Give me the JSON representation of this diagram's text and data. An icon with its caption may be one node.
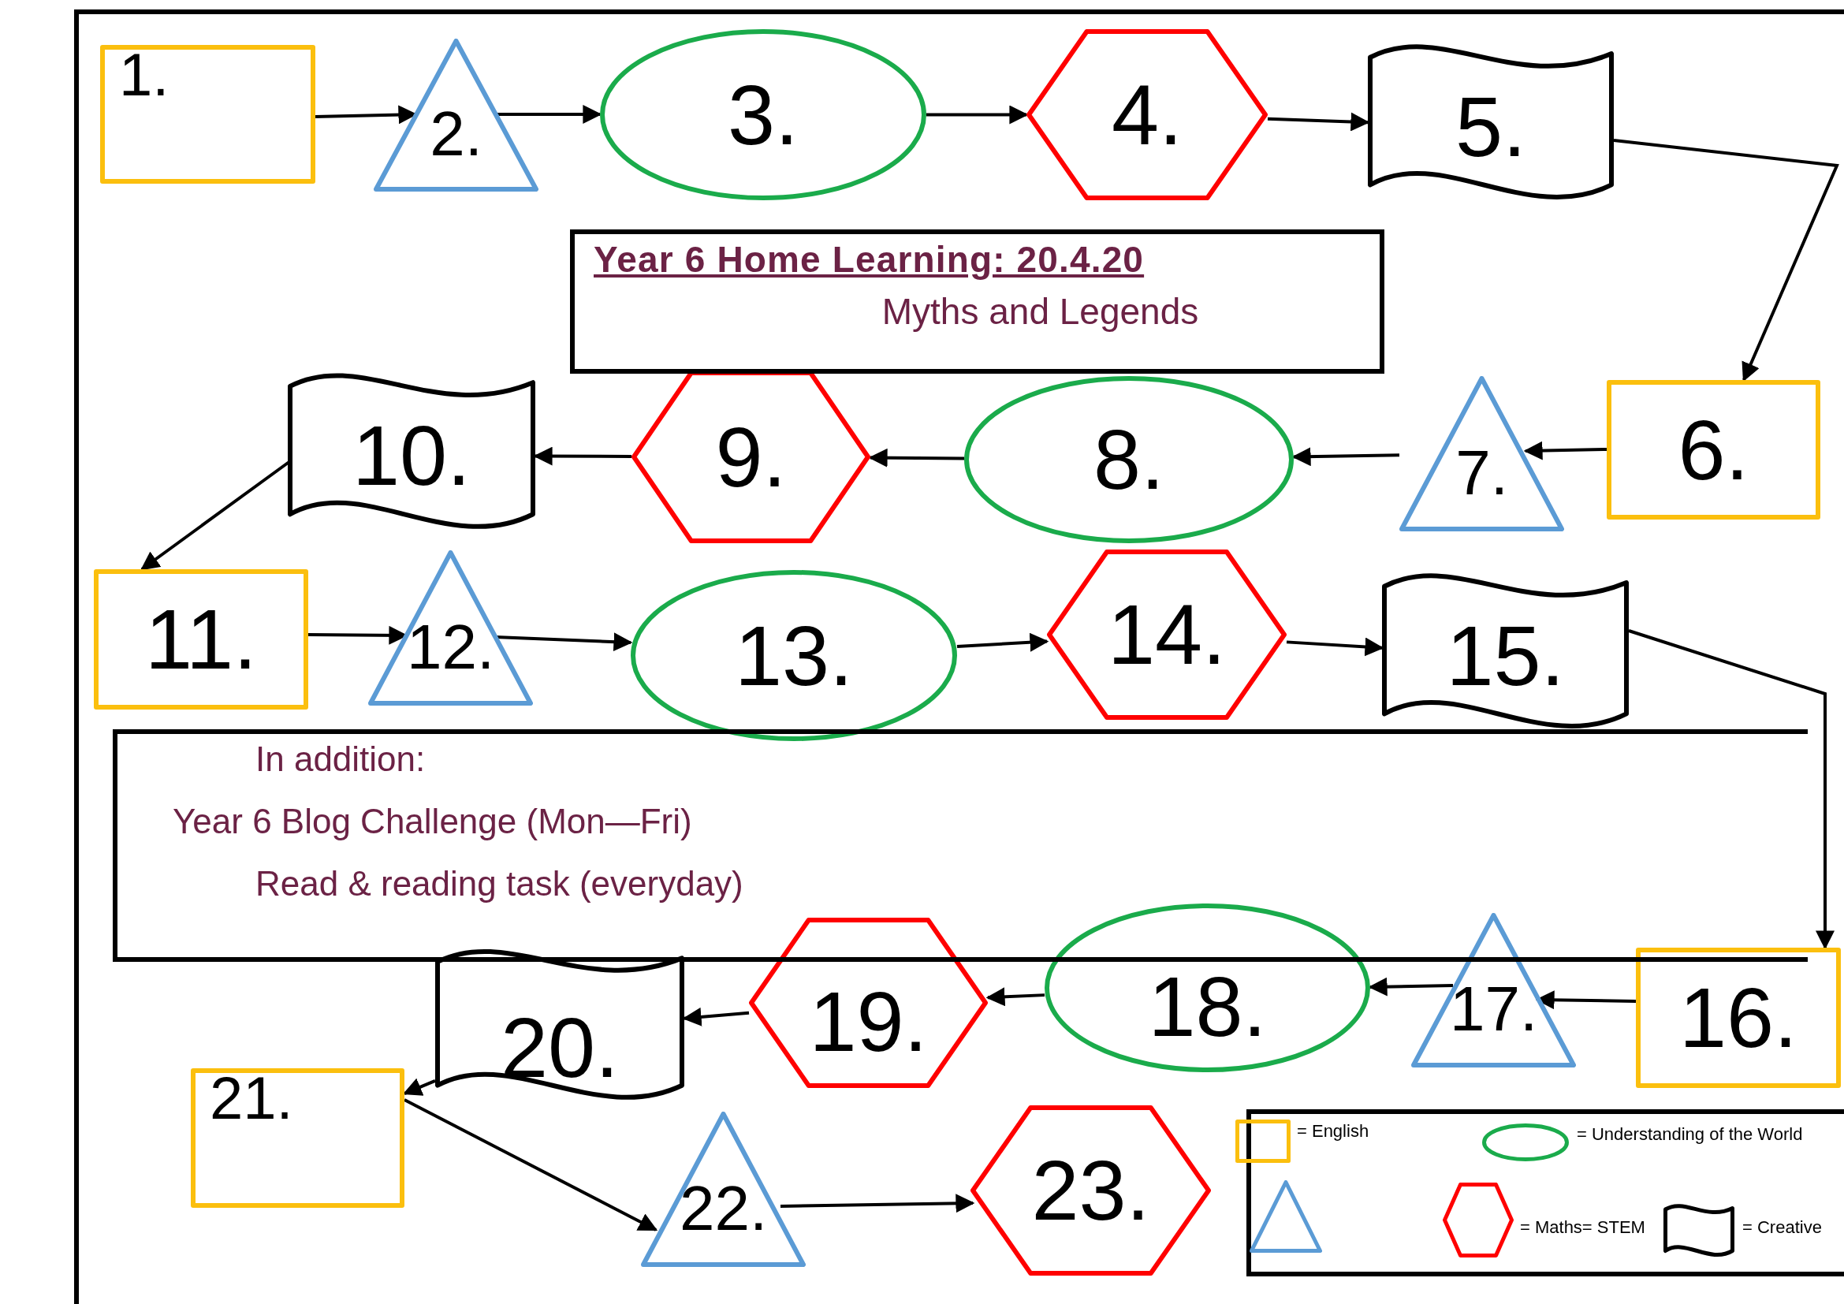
{
  "diagram": {
    "nodes": [
      {
        "text": [
          "1."
        ]
      },
      {
        "text": [
          "2."
        ]
      },
      {
        "text": [
          "3."
        ]
      },
      {
        "text": [
          "4."
        ]
      },
      {
        "text": [
          "5."
        ]
      },
      {
        "text": [
          "6."
        ]
      },
      {
        "text": [
          "7."
        ]
      },
      {
        "text": [
          "8."
        ]
      },
      {
        "text": [
          "9."
        ]
      },
      {
        "text": [
          "10."
        ]
      },
      {
        "text": [
          "11."
        ]
      },
      {
        "text": [
          "12."
        ]
      },
      {
        "text": [
          "13."
        ]
      },
      {
        "text": [
          "14."
        ]
      },
      {
        "text": [
          "15."
        ]
      },
      {
        "text": [
          "16."
        ]
      },
      {
        "text": [
          "17."
        ]
      },
      {
        "text": [
          "18."
        ]
      },
      {
        "text": [
          "19."
        ]
      },
      {
        "text": [
          "20."
        ]
      },
      {
        "text": [
          "21."
        ]
      },
      {
        "text": [
          "22."
        ]
      },
      {
        "text": [
          "23."
        ]
      },
      {
        "text": [
          "Year 6 Home Learning: 20.4.20",
          "Myths and Legends"
        ]
      },
      {
        "text": [
          "In addition:",
          "Year 6 Blog Challenge (Mon—Fri)",
          "Read & reading task (everyday)"
        ]
      }
    ],
    "edges": [
      {
        "from": 0,
        "to": 1,
        "arrow": "to"
      },
      {
        "from": 1,
        "to": 2,
        "arrow": "to"
      },
      {
        "from": 2,
        "to": 3,
        "arrow": "to"
      },
      {
        "from": 3,
        "to": 4,
        "arrow": "to"
      },
      {
        "from": 4,
        "to": 5,
        "arrow": "to"
      },
      {
        "from": 5,
        "to": 6,
        "arrow": "to"
      },
      {
        "from": 6,
        "to": 7,
        "arrow": "to"
      },
      {
        "from": 7,
        "to": 8,
        "arrow": "to"
      },
      {
        "from": 8,
        "to": 9,
        "arrow": "to"
      },
      {
        "from": 9,
        "to": 10,
        "arrow": "to"
      },
      {
        "from": 10,
        "to": 11,
        "arrow": "to"
      },
      {
        "from": 11,
        "to": 12,
        "arrow": "to"
      },
      {
        "from": 12,
        "to": 13,
        "arrow": "to"
      },
      {
        "from": 13,
        "to": 14,
        "arrow": "to"
      },
      {
        "from": 14,
        "to": 15,
        "arrow": "to"
      },
      {
        "from": 15,
        "to": 16,
        "arrow": "to"
      },
      {
        "from": 16,
        "to": 17,
        "arrow": "to"
      },
      {
        "from": 17,
        "to": 18,
        "arrow": "to"
      },
      {
        "from": 18,
        "to": 19,
        "arrow": "to"
      },
      {
        "from": 19,
        "to": 20,
        "arrow": "to"
      },
      {
        "from": 20,
        "to": 21,
        "arrow": "to"
      },
      {
        "from": 21,
        "to": 22,
        "arrow": "to"
      }
    ],
    "legend": [
      {
        "text": "= English"
      },
      {
        "text": "= Understanding of the World"
      },
      {
        "text": "= Maths= STEM"
      },
      {
        "text": "= Creative"
      }
    ]
  }
}
